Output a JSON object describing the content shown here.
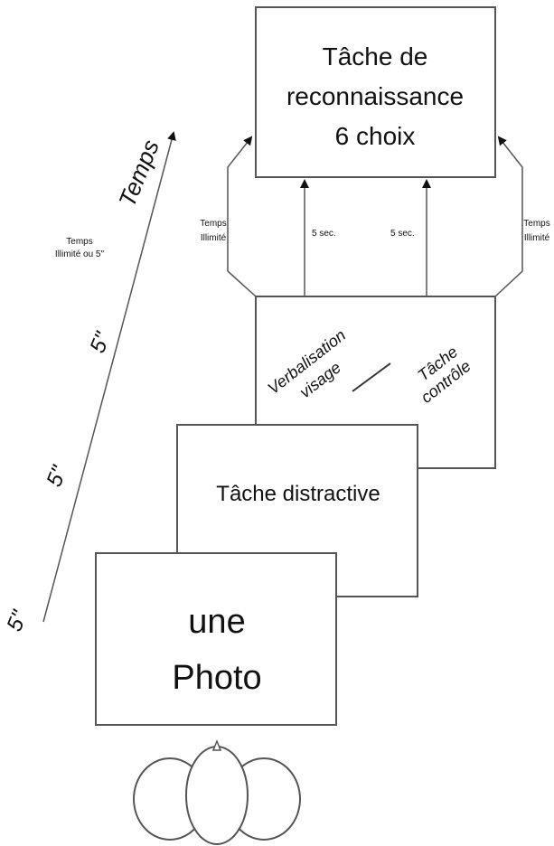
{
  "top_box": {
    "line1": "Tâche de",
    "line2": "reconnaissance",
    "line3": "6 choix"
  },
  "arrows": {
    "left_outer": {
      "line1": "Temps",
      "line2": "Illimité"
    },
    "inner_left": "5 sec.",
    "inner_right": "5 sec.",
    "right_outer": {
      "line1": "Temps",
      "line2": "Illimité"
    }
  },
  "side_note": {
    "line1": "Temps",
    "line2": "Illimité ou 5\""
  },
  "timeline": {
    "label": "Temps",
    "mark_top": "5\"",
    "mark_mid": "5\"",
    "mark_bottom": "5\""
  },
  "verbal_box": {
    "left_line1": "Verbalisation",
    "left_line2": "visage",
    "right_line1": "Tâche",
    "right_line2": "contrôle"
  },
  "distract_box": {
    "label": "Tâche distractive"
  },
  "photo_box": {
    "line1": "une",
    "line2": "Photo"
  },
  "colors": {
    "stroke": "#555555",
    "text": "#111111",
    "background": "#ffffff"
  }
}
